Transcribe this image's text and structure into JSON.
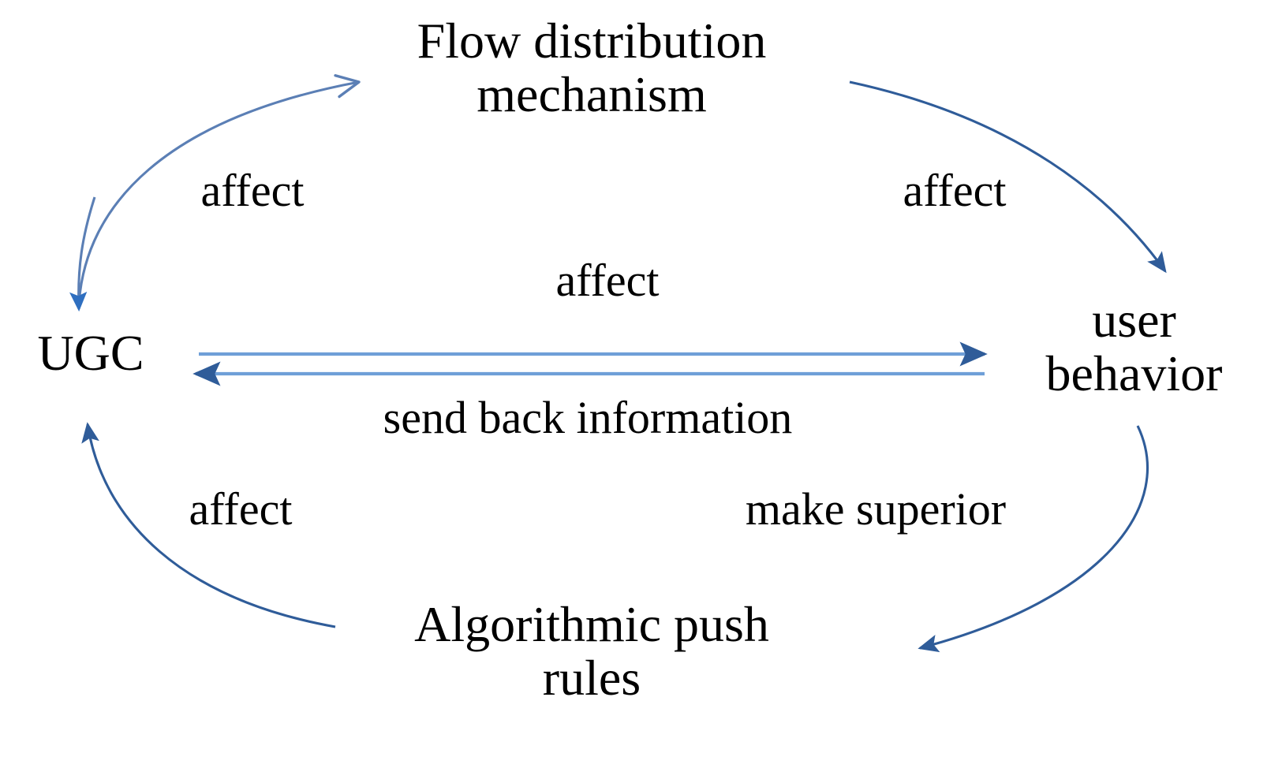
{
  "diagram": {
    "title": "UGC / user behavior feedback loop",
    "background_color": "#ffffff",
    "text_color": "#000000",
    "arrow_color": "#4472a8",
    "arrow_color_dark": "#2f5c99",
    "nodes": [
      {
        "id": "flow-distribution-mechanism",
        "label": "Flow distribution\nmechanism"
      },
      {
        "id": "ugc",
        "label": "UGC"
      },
      {
        "id": "user-behavior",
        "label": "user\nbehavior"
      },
      {
        "id": "algorithmic-push-rules",
        "label": "Algorithmic push\nrules"
      }
    ],
    "edges": [
      {
        "id": "ugc-to-flow",
        "label": "affect",
        "from": "ugc",
        "to": "flow-distribution-mechanism",
        "style": "curved",
        "direction": "bidirectional"
      },
      {
        "id": "flow-to-user",
        "label": "affect",
        "from": "flow-distribution-mechanism",
        "to": "user-behavior",
        "style": "curved",
        "direction": "forward"
      },
      {
        "id": "ugc-to-user",
        "label": "affect",
        "from": "ugc",
        "to": "user-behavior",
        "style": "straight",
        "direction": "forward"
      },
      {
        "id": "user-to-ugc",
        "label": "send back information",
        "from": "user-behavior",
        "to": "ugc",
        "style": "straight",
        "direction": "forward"
      },
      {
        "id": "user-to-algorithmic",
        "label": "make superior",
        "from": "user-behavior",
        "to": "algorithmic-push-rules",
        "style": "curved",
        "direction": "forward"
      },
      {
        "id": "algorithmic-to-ugc",
        "label": "affect",
        "from": "algorithmic-push-rules",
        "to": "ugc",
        "style": "curved",
        "direction": "forward"
      }
    ]
  }
}
